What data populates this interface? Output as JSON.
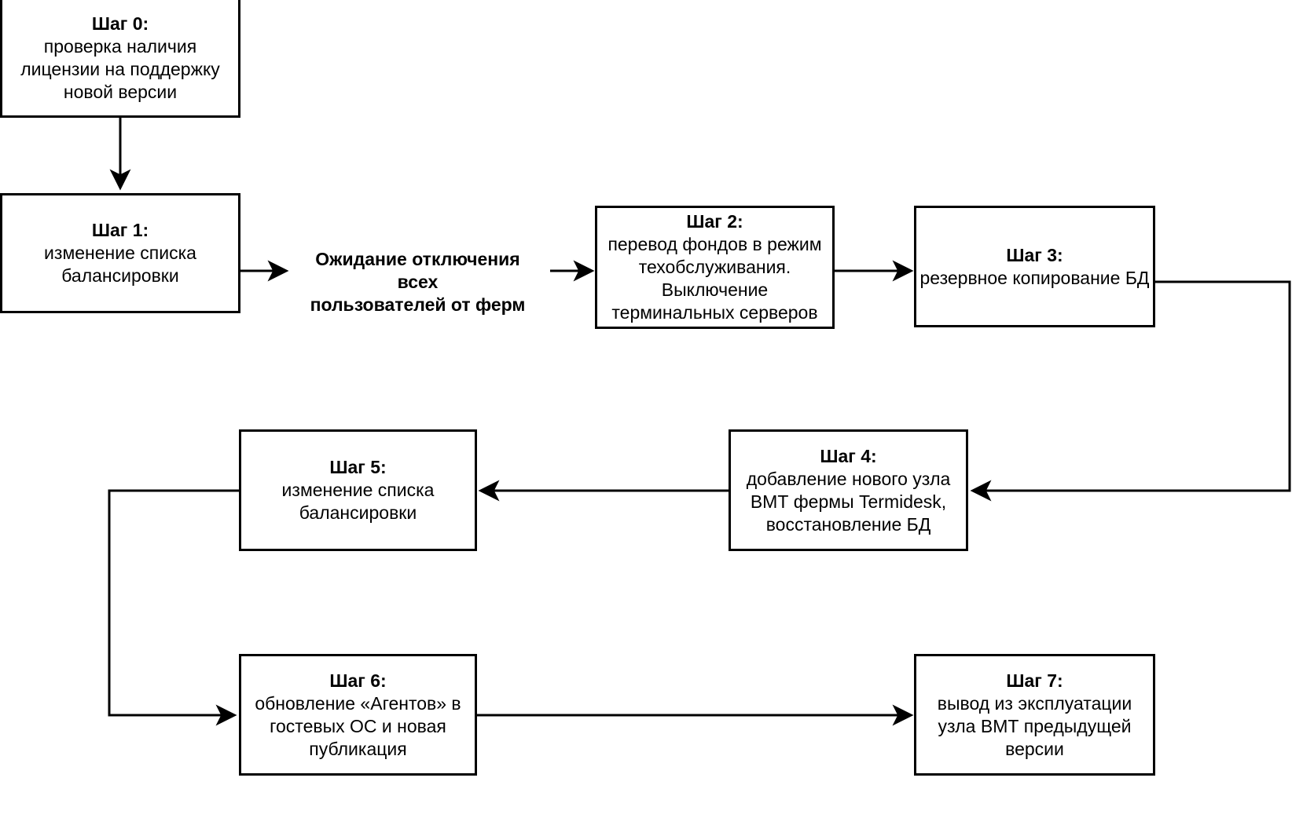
{
  "diagram": {
    "title": "Schema obnovleniya fermy Termidesk",
    "background_color": "#ffffff",
    "line_color": "#000000",
    "text_color": "#000000",
    "nodes": [
      {
        "id": "step0",
        "title": "Шаг 0:",
        "body": "проверка наличия\nлицензии на поддержку\nновой версии"
      },
      {
        "id": "step1",
        "title": "Шаг 1:",
        "body": "изменение списка\nбалансировки"
      },
      {
        "id": "step2",
        "title": "Шаг 2:",
        "body": "перевод фондов в режим\nтехобслуживания.\nВыключение\nтерминальных серверов"
      },
      {
        "id": "step3",
        "title": "Шаг 3:",
        "body": "резервное копирование БД"
      },
      {
        "id": "step4",
        "title": "Шаг 4:",
        "body": "добавление нового узла\nВМТ фермы Termidesk,\nвосстановление БД"
      },
      {
        "id": "step5",
        "title": "Шаг 5:",
        "body": "изменение списка\nбалансировки"
      },
      {
        "id": "step6",
        "title": "Шаг 6:",
        "body": "обновление «Агентов» в\nгостевых ОС и новая\nпубликация"
      },
      {
        "id": "step7",
        "title": "Шаг 7:",
        "body": "вывод из эксплуатации\nузла ВМТ предыдущей\nверсии"
      }
    ],
    "edge_labels": [
      {
        "id": "wait-label",
        "text": "Ожидание отключения всех\nпользователей от ферм"
      }
    ]
  }
}
